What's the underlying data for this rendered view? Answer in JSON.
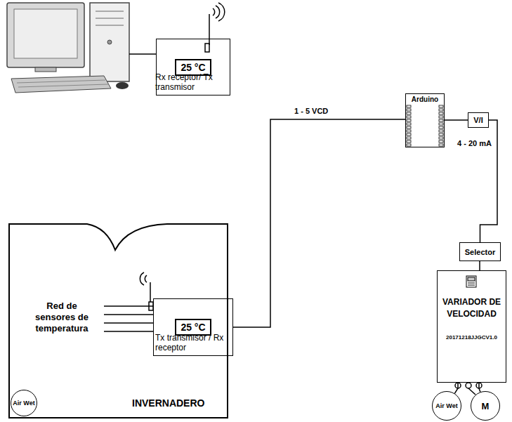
{
  "diagram": {
    "nodes": [
      {
        "text": [
          "25 °C",
          "Rx receptor/ Tx transmisor"
        ]
      },
      {
        "text": [
          "Arduino"
        ]
      },
      {
        "text": [
          "V/I"
        ]
      },
      {
        "text": [
          "INVERNADERO"
        ]
      },
      {
        "text": [
          "25 °C",
          "Tx transmisor / Rx receptor"
        ],
        "in": 3
      },
      {
        "text": [
          "Air Wet"
        ],
        "in": 3
      },
      {
        "text": [
          "Selector"
        ]
      },
      {
        "text": [
          "VARIADOR DE VELOCIDAD",
          "20171218JJGCV1.0"
        ]
      },
      {
        "text": [
          "Air Wet"
        ]
      },
      {
        "text": [
          "M"
        ]
      }
    ],
    "edges": [
      {
        "from": 4,
        "to": 1,
        "label": "1 - 5 VCD",
        "arrow": "none"
      },
      {
        "from": 1,
        "to": 2,
        "arrow": "none"
      },
      {
        "from": 2,
        "to": 6,
        "label": "4 - 20 mA",
        "arrow": "none"
      },
      {
        "from": 6,
        "to": 7,
        "arrow": "none"
      },
      {
        "from": 7,
        "to": 8,
        "arrow": "none"
      },
      {
        "from": 7,
        "to": 9,
        "arrow": "none"
      }
    ],
    "labels": [
      "Red de sensores de temperatura"
    ]
  }
}
